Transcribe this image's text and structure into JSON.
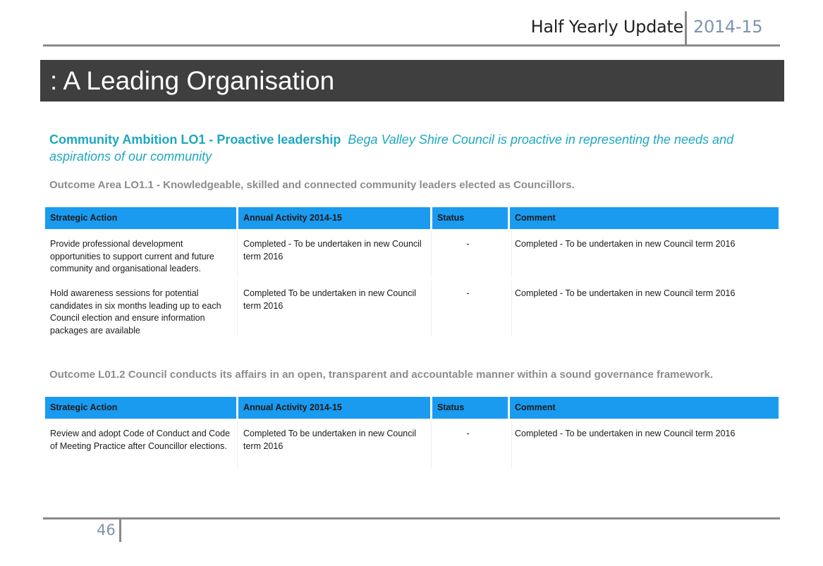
{
  "header": {
    "title": "Half Yearly Update",
    "year": "2014-15"
  },
  "banner": {
    "title": ": A Leading Organisation"
  },
  "ambition": {
    "title": "Community Ambition LO1 - Proactive leadership",
    "description": "Bega Valley Shire Council is proactive in representing the needs and aspirations of our community"
  },
  "sections": [
    {
      "outcome": "Outcome Area LO1.1 - Knowledgeable, skilled and connected community leaders elected as Councillors.",
      "headers": {
        "strategic_action": "Strategic Action",
        "annual_activity": "Annual Activity 2014-15",
        "status": "Status",
        "comment": "Comment"
      },
      "rows": [
        {
          "strategic_action": "Provide professional development opportunities to support current and future community and organisational leaders.",
          "annual_activity": "Completed -  To be undertaken in new Council term 2016",
          "status": "-",
          "comment": "Completed -  To be undertaken in new Council term 2016"
        },
        {
          "strategic_action": "Hold awareness sessions for potential candidates in six months leading up to each Council election and ensure information packages are available",
          "annual_activity": "Completed  To be undertaken in new Council term 2016",
          "status": "-",
          "comment": "Completed -  To be undertaken in new Council term 2016"
        }
      ]
    },
    {
      "outcome": "Outcome L01.2 Council conducts its affairs in an open, transparent and accountable manner within a sound governance framework.",
      "headers": {
        "strategic_action": "Strategic Action",
        "annual_activity": "Annual Activity 2014-15",
        "status": "Status",
        "comment": "Comment"
      },
      "rows": [
        {
          "strategic_action": "Review and adopt Code of Conduct and Code of Meeting Practice after Councillor elections.",
          "annual_activity": "Completed  To be undertaken in new Council term 2016",
          "status": "-",
          "comment": "Completed -  To be undertaken in new Council term 2016"
        }
      ]
    }
  ],
  "footer": {
    "page_number": "46"
  }
}
